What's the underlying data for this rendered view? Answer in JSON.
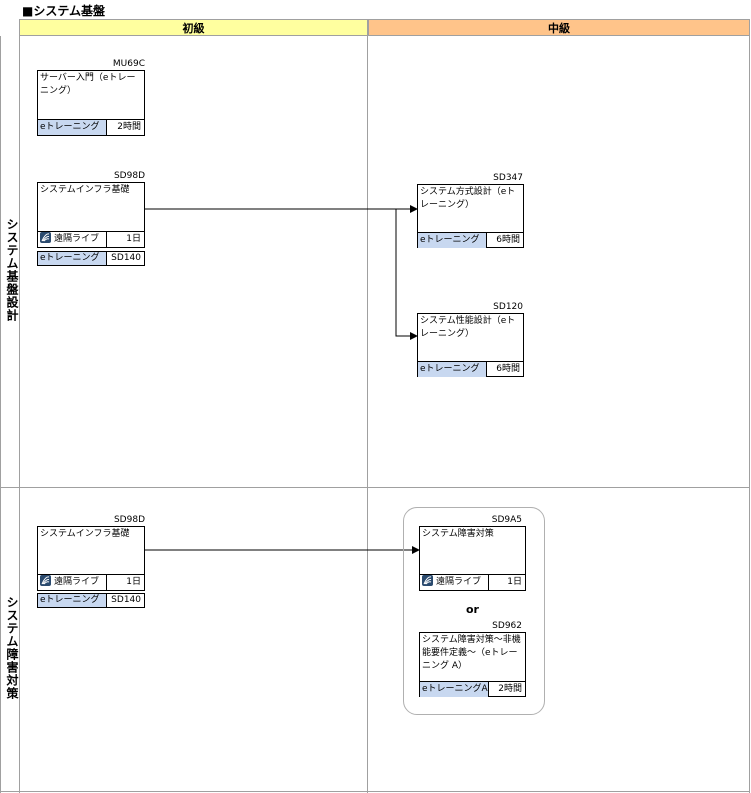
{
  "title": "■システム基盤",
  "columns": {
    "beginner": "初級",
    "intermediate": "中級"
  },
  "rows": {
    "design": "システム基盤設計",
    "failure": "システム障害対策"
  },
  "connector_word": "or",
  "courses": {
    "mu69c": {
      "code": "MU69C",
      "title": "サーバー入門（eトレーニング）",
      "mode": "eトレーニング",
      "duration": "2時間"
    },
    "sd98d_a": {
      "code": "SD98D",
      "title": "システムインフラ基礎",
      "mode": "遠隔ライブ",
      "duration": "1日",
      "ext_mode": "eトレーニング",
      "ext_code": "SD140"
    },
    "sd347": {
      "code": "SD347",
      "title": "システム方式設計（eトレーニング）",
      "mode": "eトレーニング",
      "duration": "6時間"
    },
    "sd120": {
      "code": "SD120",
      "title": "システム性能設計（eトレーニング）",
      "mode": "eトレーニング",
      "duration": "6時間"
    },
    "sd98d_b": {
      "code": "SD98D",
      "title": "システムインフラ基礎",
      "mode": "遠隔ライブ",
      "duration": "1日",
      "ext_mode": "eトレーニング",
      "ext_code": "SD140"
    },
    "sd9a5": {
      "code": "SD9A5",
      "title": "システム障害対策",
      "mode": "遠隔ライブ",
      "duration": "1日"
    },
    "sd962": {
      "code": "SD962",
      "title": "システム障害対策～非機能要件定義～（eトレーニング A）",
      "mode": "eトレーニングA",
      "duration": "2時間"
    }
  }
}
